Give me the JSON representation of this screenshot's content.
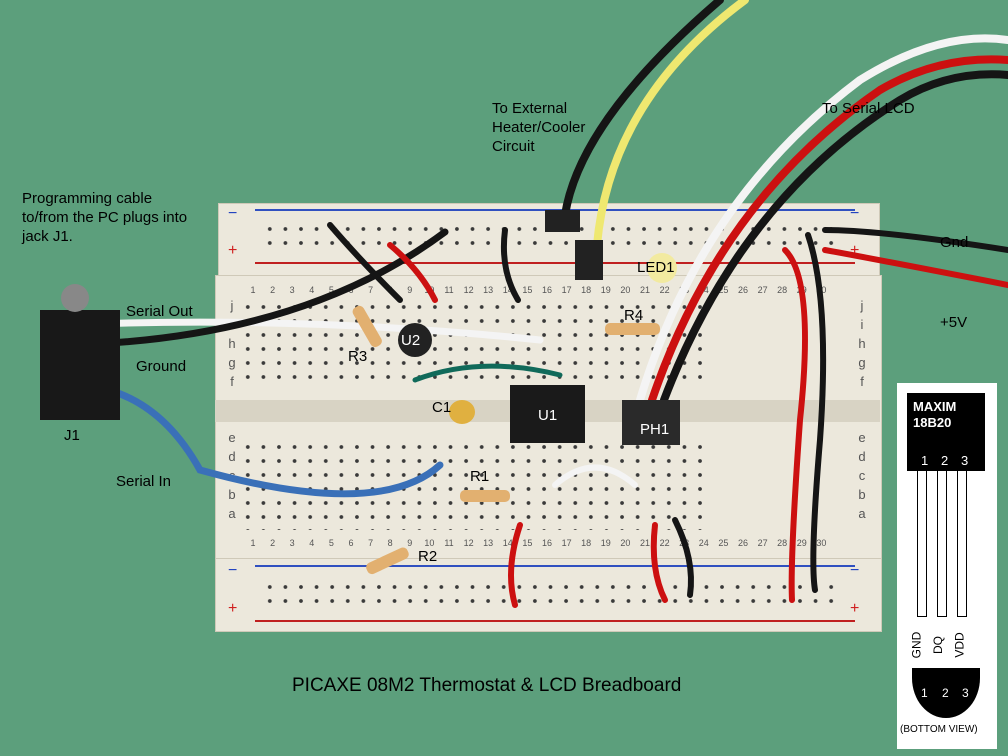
{
  "title": "PICAXE 08M2 Thermostat & LCD Breadboard",
  "annotations": {
    "programming": "Programming cable to/from the PC plugs into jack J1.",
    "external": "To External Heater/Cooler Circuit",
    "serial_lcd": "To Serial LCD",
    "gnd": "Gnd",
    "plus5v": "+5V",
    "serial_out": "Serial Out",
    "ground": "Ground",
    "serial_in": "Serial In",
    "j1": "J1"
  },
  "components": {
    "u1": "U1",
    "u2": "U2",
    "r1": "R1",
    "r2": "R2",
    "r3": "R3",
    "r4": "R4",
    "c1": "C1",
    "led1": "LED1",
    "ph1": "PH1"
  },
  "breadboard": {
    "columns": [
      "1",
      "2",
      "3",
      "4",
      "5",
      "6",
      "7",
      "8",
      "9",
      "10",
      "11",
      "12",
      "13",
      "14",
      "15",
      "16",
      "17",
      "18",
      "19",
      "20",
      "21",
      "22",
      "23",
      "24",
      "25",
      "26",
      "27",
      "28",
      "29",
      "30"
    ],
    "rows_top": [
      "j",
      "i",
      "h",
      "g",
      "f"
    ],
    "rows_bottom": [
      "e",
      "d",
      "c",
      "b",
      "a"
    ],
    "rail_plus": "+",
    "rail_minus": "−"
  },
  "sensor": {
    "brand": "MAXIM",
    "part": "18B20",
    "pins": [
      "1",
      "2",
      "3"
    ],
    "pin_names": [
      "GND",
      "DQ",
      "VDD"
    ],
    "view": "(BOTTOM VIEW)"
  }
}
